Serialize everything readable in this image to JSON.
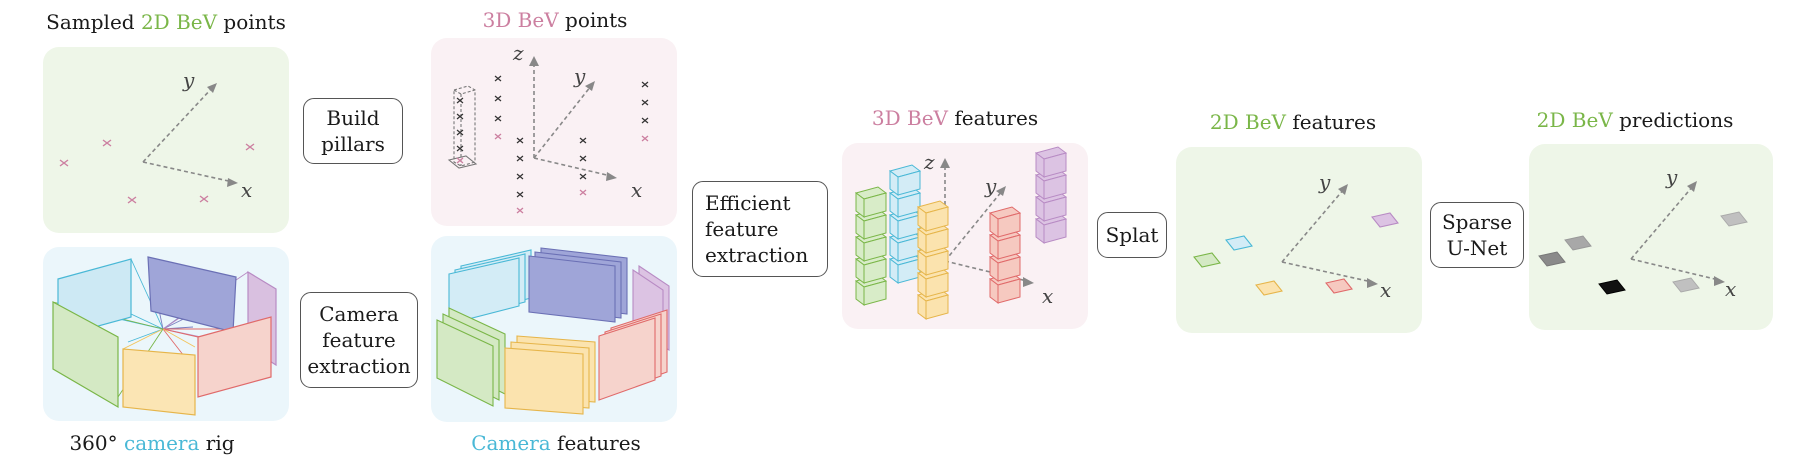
{
  "titles": {
    "sampled_points": {
      "pre": "Sampled ",
      "hl": "2D BeV",
      "post": " points",
      "hl_color": "#7ab648"
    },
    "points_3d": {
      "pre": "",
      "hl": "3D BeV",
      "post": " points",
      "hl_color": "#cc7fa0"
    },
    "features_3d": {
      "pre": "",
      "hl": "3D BeV",
      "post": " features",
      "hl_color": "#cc7fa0"
    },
    "features_2d": {
      "pre": "",
      "hl": "2D BeV",
      "post": " features",
      "hl_color": "#7ab648"
    },
    "predictions_2d": {
      "pre": "",
      "hl": "2D BeV",
      "post": " predictions",
      "hl_color": "#7ab648"
    },
    "camera_rig": {
      "pre": "360° ",
      "hl": "camera",
      "post": " rig",
      "hl_color": "#49b8d6"
    },
    "camera_features": {
      "pre": "",
      "hl": "Camera",
      "post": " features",
      "hl_color": "#49b8d6"
    }
  },
  "steps": {
    "build_pillars": "Build\npillars",
    "camera_feature_extraction": "Camera\nfeature\nextraction",
    "efficient_feature_extraction": "Efficient\nfeature\nextraction",
    "splat": "Splat",
    "sparse_unet": "Sparse\nU-Net"
  },
  "axes": {
    "x": "x",
    "y": "y",
    "z": "z"
  },
  "colors": {
    "green": "#7ab648",
    "pink": "#cc7fa0",
    "cyan": "#49b8d6",
    "blue": "#7a7fc0",
    "purple": "#b88bc4",
    "yellow": "#f2c45a",
    "red": "#e06a6a",
    "panel_green": "#eef6e8",
    "panel_pink": "#faf1f4",
    "panel_cyan": "#ebf6fb"
  }
}
